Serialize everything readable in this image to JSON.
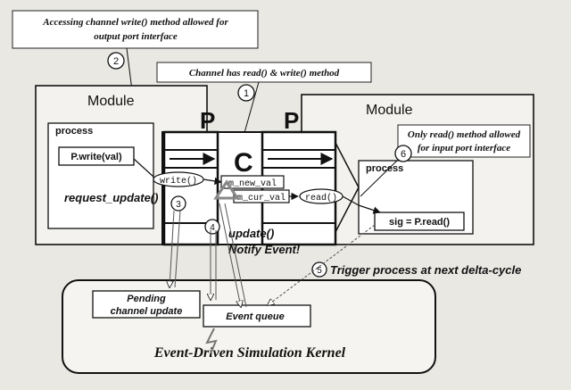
{
  "callouts": {
    "write_allowed_line1": "Accessing channel write() method allowed for",
    "write_allowed_line2": "output port interface",
    "channel_methods": "Channel has read() & write() method",
    "read_allowed_line1": "Only read() method allowed",
    "read_allowed_line2": "for input port interface"
  },
  "steps": [
    "2",
    "1",
    "6",
    "3",
    "4",
    "5"
  ],
  "modules": {
    "left_title": "Module",
    "right_title": "Module",
    "left_process": "process",
    "right_process": "process",
    "write_call": "P.write(val)",
    "read_call": "sig = P.read()"
  },
  "ports": {
    "left_port": "P",
    "right_port": "P",
    "channel": "C"
  },
  "channel": {
    "write_method": "write()",
    "read_method": "read()",
    "new_val": "m_new_val",
    "cur_val": "m_cur_val"
  },
  "labels": {
    "request_update": "request_update()",
    "update": "update()",
    "notify_event": "Notify Event!",
    "trigger": "Trigger process at next delta-cycle"
  },
  "kernel": {
    "pending_line1": "Pending",
    "pending_line2": "channel update",
    "event_queue": "Event queue",
    "title": "Event-Driven Simulation Kernel"
  }
}
